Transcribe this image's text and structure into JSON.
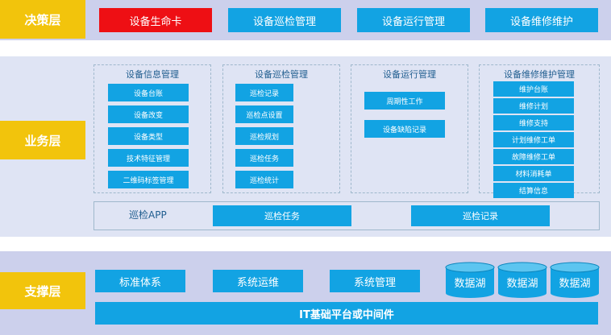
{
  "layers": {
    "decision": "决策层",
    "business": "业务层",
    "support": "支撑层"
  },
  "decision_items": [
    "设备生命卡",
    "设备巡检管理",
    "设备运行管理",
    "设备维修维护"
  ],
  "business": {
    "groups": [
      {
        "title": "设备信息管理",
        "items": [
          "设备台账",
          "设备改变",
          "设备类型",
          "技术特征管理",
          "二维码标签管理"
        ]
      },
      {
        "title": "设备巡检管理",
        "items": [
          "巡检记录",
          "巡检点设置",
          "巡检规划",
          "巡检任务",
          "巡检统计"
        ]
      },
      {
        "title": "设备运行管理",
        "items": [
          "周期性工作",
          "设备缺陷记录"
        ]
      },
      {
        "title": "设备维修维护管理",
        "items": [
          "维护台账",
          "维修计划",
          "维修支持",
          "计划维修工单",
          "故障维修工单",
          "材料消耗单",
          "结算信息"
        ]
      }
    ],
    "app": {
      "label": "巡检APP",
      "items": [
        "巡检任务",
        "巡检记录"
      ]
    }
  },
  "support": {
    "items": [
      "标准体系",
      "系统运维",
      "系统管理"
    ],
    "lakes": [
      "数据湖",
      "数据湖",
      "数据湖"
    ],
    "base": "IT基础平台或中间件"
  },
  "colors": {
    "accent_blue": "#12a3e3",
    "highlight_red": "#ee0f14",
    "layer_label_yellow": "#f2c40c",
    "band_purple": "#ccd0ec",
    "band_light": "#dfe4f4"
  }
}
